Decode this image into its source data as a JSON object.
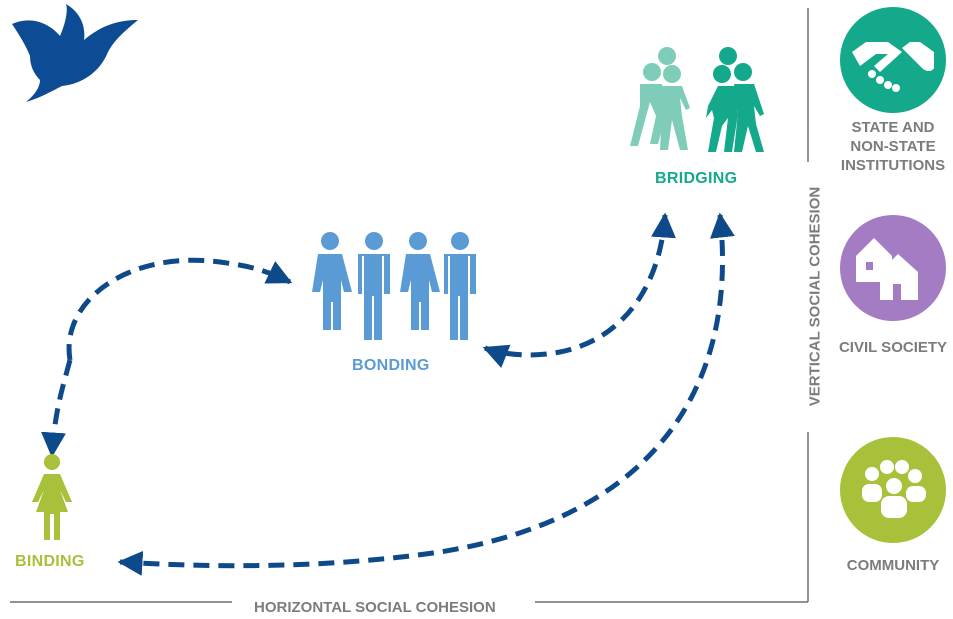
{
  "nodes": {
    "bonding": "BONDING",
    "bridging": "BRIDGING",
    "binding": "BINDING"
  },
  "levels": {
    "institutions": "STATE AND\nNON-STATE\nINSTITUTIONS",
    "civil_society": "CIVIL SOCIETY",
    "community": "COMMUNITY"
  },
  "axes": {
    "horizontal": "HORIZONTAL SOCIAL COHESION",
    "vertical": "VERTICAL SOCIAL COHESION"
  },
  "colors": {
    "bonding": "#5b9bd5",
    "bridging_light": "#7fcdb8",
    "bridging_dark": "#14a98b",
    "binding": "#a8c13a",
    "arrow": "#0e4a8a",
    "dove": "#0d4b95",
    "circle_green": "#14a98b",
    "circle_purple": "#a47cc4",
    "circle_lime": "#a8c13a",
    "axis_text": "#7b7c7e"
  },
  "icons": [
    "dove-icon",
    "handshake-icon",
    "houses-icon",
    "community-icon"
  ]
}
